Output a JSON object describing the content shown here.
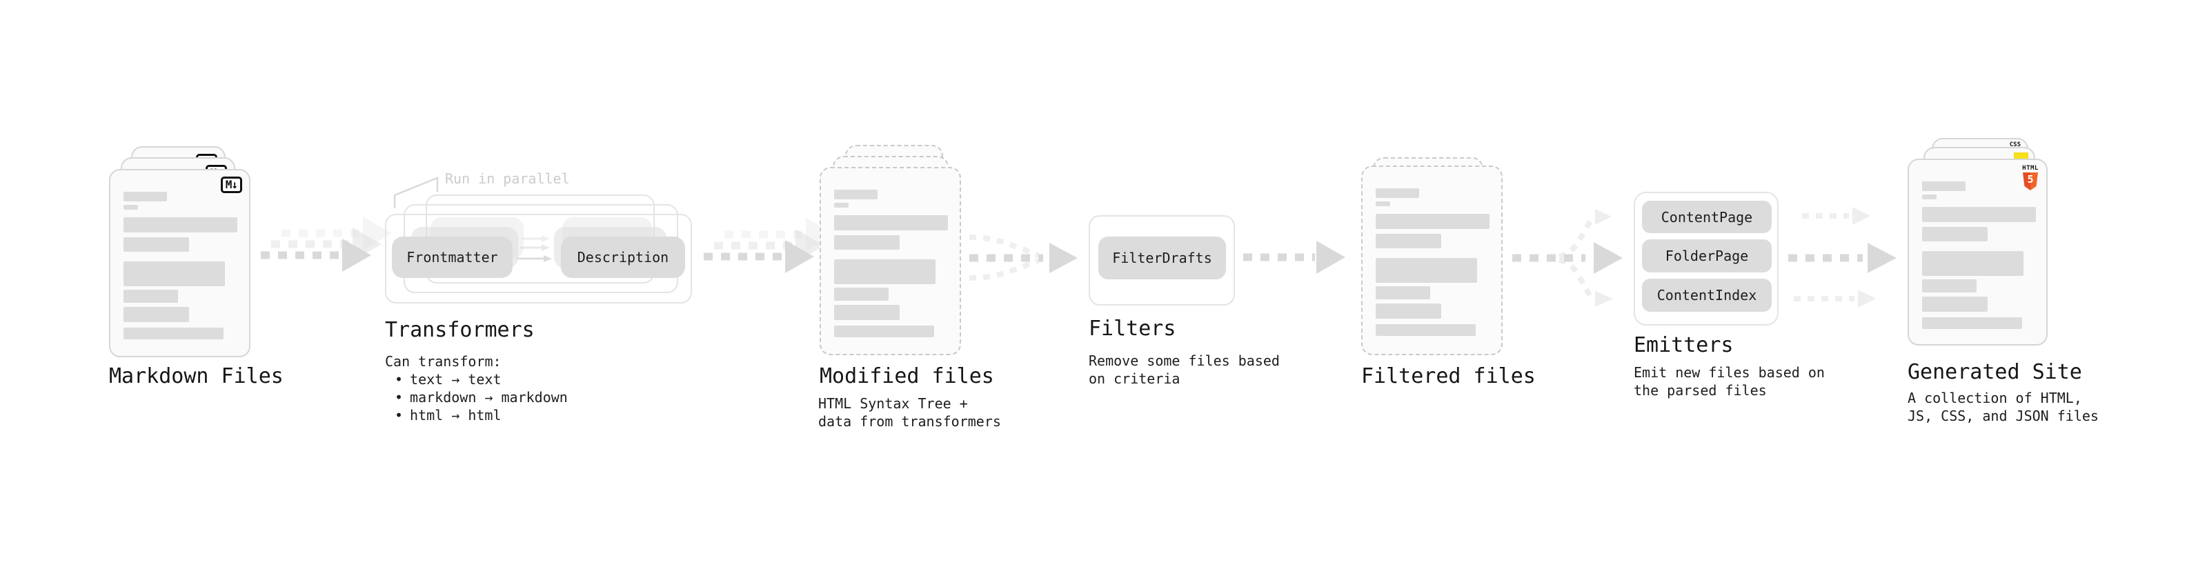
{
  "sections": {
    "markdown_files": {
      "label": "Markdown Files",
      "badge": "M↓"
    },
    "transformers": {
      "annotation": "Run in parallel",
      "input_box": "Frontmatter",
      "output_box": "Description",
      "title": "Transformers",
      "subtitle": "Can transform:",
      "bullet_char": "•",
      "bullets": [
        "text → text",
        "markdown → markdown",
        "html → html"
      ]
    },
    "modified_files": {
      "title": "Modified files",
      "subtitle_lines": [
        "HTML Syntax Tree +",
        "data from transformers"
      ]
    },
    "filters": {
      "box": "FilterDrafts",
      "title": "Filters",
      "subtitle_lines": [
        "Remove some files based",
        "on criteria"
      ]
    },
    "filtered_files": {
      "title": "Filtered files"
    },
    "emitters": {
      "boxes": [
        "ContentPage",
        "FolderPage",
        "ContentIndex"
      ],
      "title": "Emitters",
      "subtitle_lines": [
        "Emit new files based on",
        "the parsed files"
      ]
    },
    "generated_site": {
      "title": "Generated Site",
      "subtitle_lines": [
        "A collection of HTML,",
        "JS, CSS, and JSON files"
      ],
      "html5_badge_word": "HTML",
      "html5_badge_number": "5",
      "css_badge": "CSS"
    }
  },
  "colors": {
    "arrow_gray": "#d9d9d9",
    "bar_gray": "#dcdcdc",
    "box_gray": "#dcdcdc",
    "annotation_gray": "#cbcbcb",
    "html5_orange": "#E44D26",
    "js_yellow": "#F7DF1E",
    "css_blue": "#2563EB"
  }
}
